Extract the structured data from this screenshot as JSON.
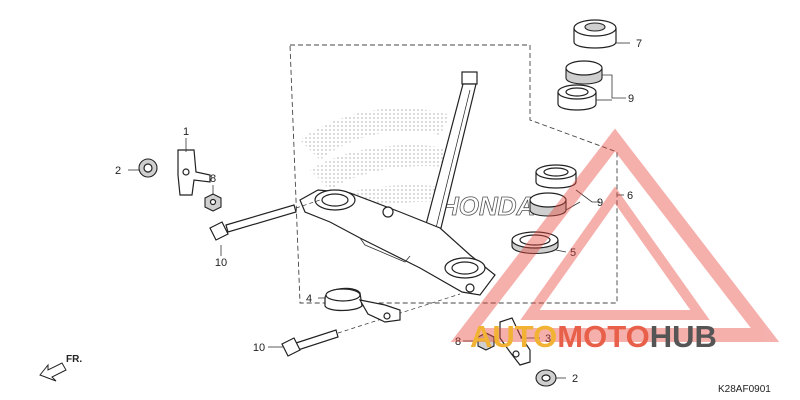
{
  "callouts": {
    "c1": "1",
    "c2_left": "2",
    "c8_left": "8",
    "c10_upper": "10",
    "c4": "4",
    "c10_lower": "10",
    "c8_right": "8",
    "c3": "3",
    "c2_right": "2",
    "c7": "7",
    "c9_upper": "9",
    "c9_lower": "9",
    "c6": "6",
    "c5": "5"
  },
  "direction_label": "FR.",
  "diagram_code": "K28AF0901",
  "watermark": {
    "part1": "AUTO",
    "part2": "MOTO",
    "part3": "HUB"
  },
  "colors": {
    "watermark_red": "#e8463c",
    "watermark_orange": "#f2b233",
    "watermark_gray": "#555555"
  }
}
